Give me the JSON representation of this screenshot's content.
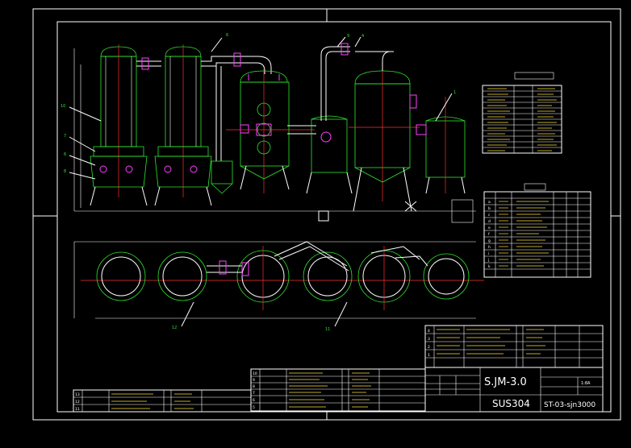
{
  "title_block": {
    "drawing_title": "S.JM-3.0",
    "material": "SUS304",
    "drawing_number": "ST-03-sjn3000",
    "scale": "1:8A"
  },
  "leaders": {
    "leader_1": "1",
    "leader_4": "4",
    "leader_6": "6",
    "leader_7": "7",
    "leader_8": "8",
    "leader_9": "9",
    "leader_10": "10",
    "leader_11": "11",
    "leader_12": "12",
    "top_4": "4",
    "top_9": "9",
    "top_6": "6"
  },
  "rev_rows": [
    "4",
    "3",
    "2",
    "1"
  ],
  "parts_rows": [
    "13",
    "12",
    "11"
  ],
  "mid_parts_rows": [
    "10",
    "9",
    "8",
    "7",
    "6",
    "5"
  ],
  "nozzle_rows": [
    "a",
    "b",
    "c",
    "d",
    "e",
    "f",
    "g",
    "h",
    "i",
    "j",
    "k"
  ],
  "colors": {
    "background": "#000000",
    "line": "#ffffff",
    "equipment": "#2ee62e",
    "centerline": "#ff3030",
    "flange": "#ff40ff",
    "table_line": "#ffffff"
  }
}
